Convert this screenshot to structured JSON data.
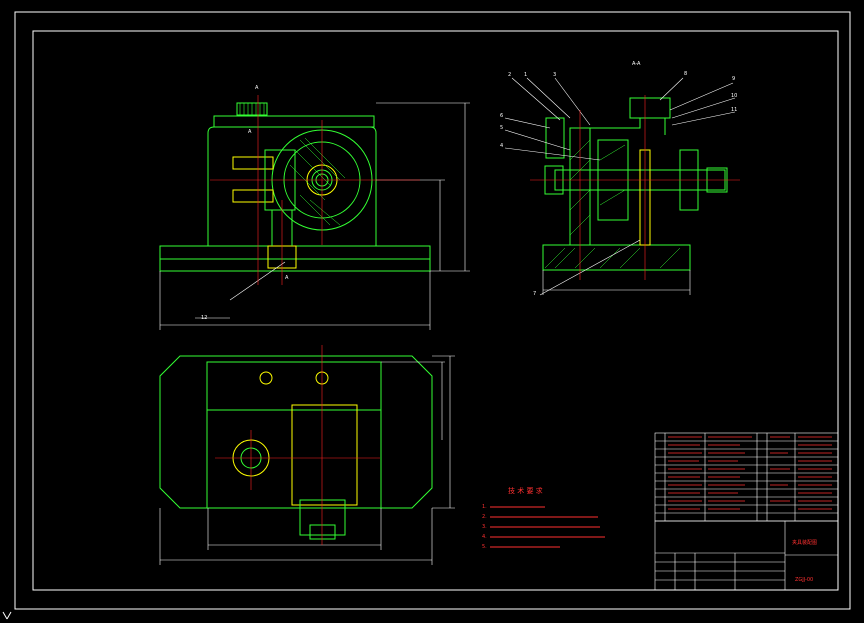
{
  "section_label": "A-A",
  "section_markers": [
    "A",
    "A",
    "A"
  ],
  "part_callouts_left": [
    "12"
  ],
  "part_callouts_right": [
    "1",
    "2",
    "3",
    "4",
    "5",
    "6",
    "7",
    "8",
    "9",
    "10",
    "11"
  ],
  "tech_requirements": {
    "title": "技 术 要 求",
    "items": [
      "1.",
      "2.",
      "3.",
      "4.",
      "5."
    ]
  },
  "title_block": {
    "drawing_no": "ZGJJ-00",
    "name_label": "夹具装配图"
  },
  "colors": {
    "background": "#000000",
    "frame": "#ffffff",
    "outline": "#33ff33",
    "centerline": "#ff2020",
    "hidden": "#ffff00",
    "hatch": "#33ff33"
  }
}
